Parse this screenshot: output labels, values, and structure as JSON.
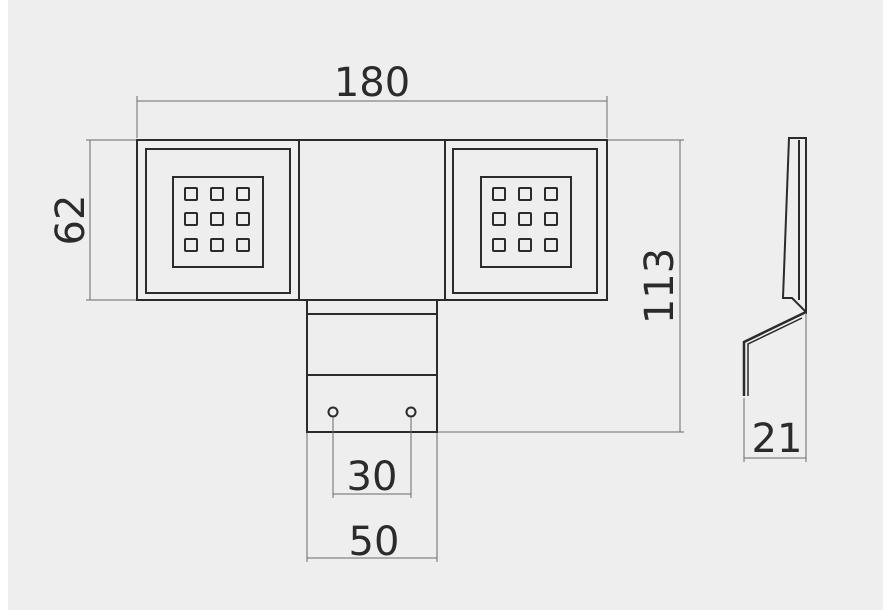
{
  "colors": {
    "background": "#eeeeee",
    "outline": "#2b2b2b",
    "dimension_line": "#6b6b6b"
  },
  "dimensions": {
    "total_width": "180",
    "head_height": "62",
    "total_height": "113",
    "side_depth": "21",
    "hole_spacing": "30",
    "bracket_width": "50"
  }
}
